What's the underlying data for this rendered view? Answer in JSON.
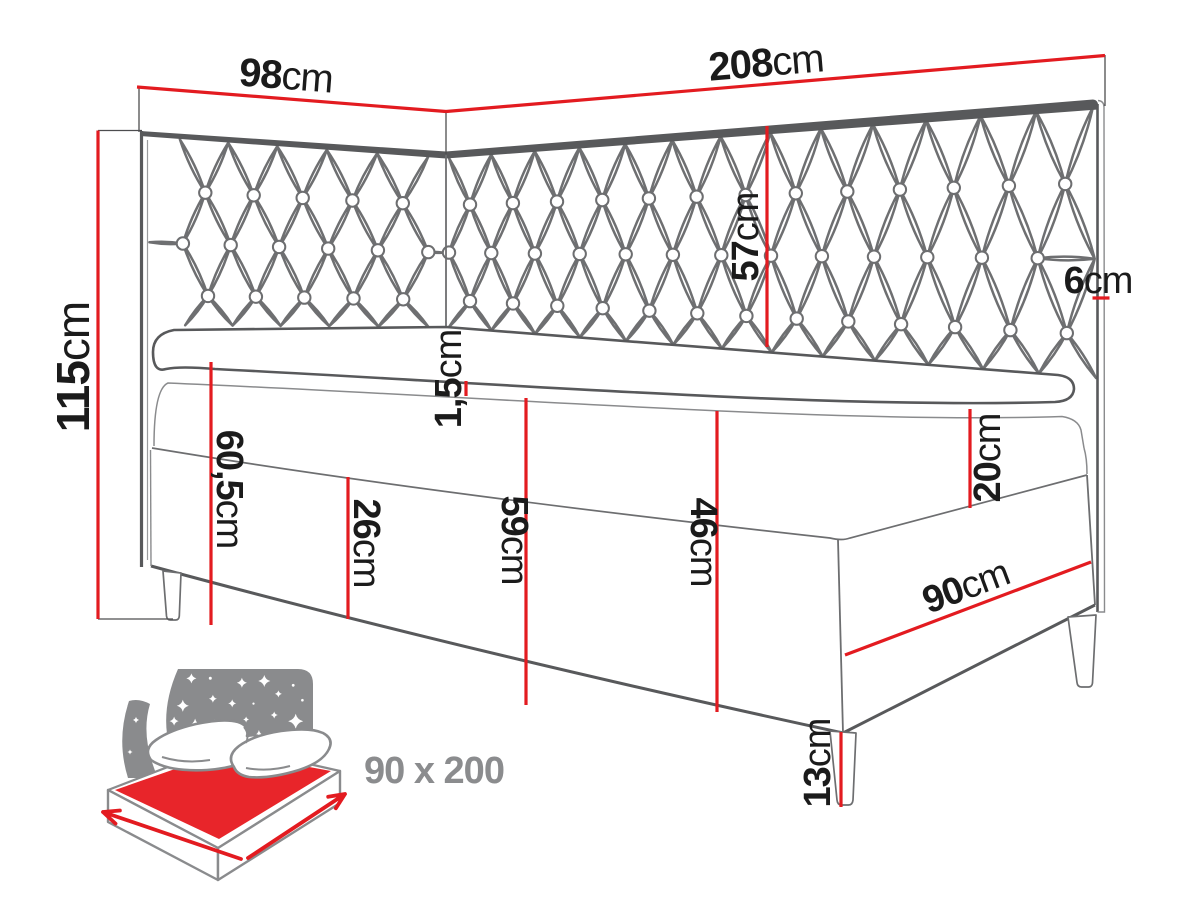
{
  "figure": {
    "type": "furniture-dimension-diagram",
    "subject": "corner boxspring bed with tufted headboard",
    "size_label": "90 x 200"
  },
  "dimensions": {
    "d98": {
      "value": "98",
      "unit": "cm"
    },
    "d208": {
      "value": "208",
      "unit": "cm"
    },
    "d115": {
      "value": "115",
      "unit": "cm"
    },
    "d57": {
      "value": "57",
      "unit": "cm"
    },
    "d6": {
      "value": "6",
      "unit": "cm"
    },
    "d15": {
      "value": "1,5",
      "unit": "cm"
    },
    "d20": {
      "value": "20",
      "unit": "cm"
    },
    "d605": {
      "value": "60,5",
      "unit": "cm"
    },
    "d26": {
      "value": "26",
      "unit": "cm"
    },
    "d59": {
      "value": "59",
      "unit": "cm"
    },
    "d46": {
      "value": "46",
      "unit": "cm"
    },
    "d90": {
      "value": "90",
      "unit": "cm"
    },
    "d13": {
      "value": "13",
      "unit": "cm"
    }
  },
  "colors": {
    "dimension_red": "#e31b20",
    "outline_dark": "#58595b",
    "outline_mid": "#6d6e70",
    "icon_gray": "#8a8b8d",
    "text_black": "#1b1b1b",
    "background": "#ffffff"
  }
}
